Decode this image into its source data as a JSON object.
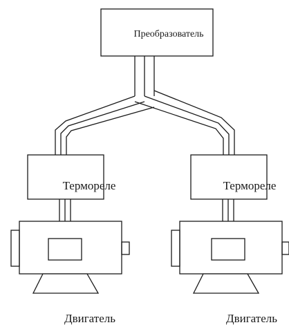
{
  "diagram": {
    "converter": {
      "label": "Преобразователь"
    },
    "thermal_relays": [
      {
        "label": "Термореле"
      },
      {
        "label": "Термореле"
      }
    ],
    "motors": [
      {
        "label": "Двигатель"
      },
      {
        "label": "Двигатель"
      }
    ]
  }
}
